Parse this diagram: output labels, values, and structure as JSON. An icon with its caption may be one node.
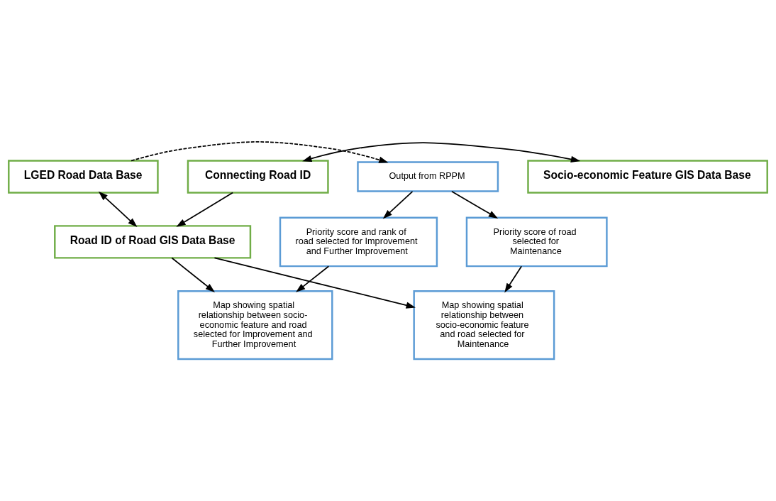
{
  "diagram": {
    "nodes": [
      {
        "text": [
          "LGED Road Data Base"
        ]
      },
      {
        "text": [
          "Output from RPPM"
        ]
      },
      {
        "text": [
          "Priority score and rank of road selected for Improvement and Further Improvement"
        ]
      },
      {
        "text": [
          "Priority score of road selected for Maintenance"
        ]
      },
      {
        "text": [
          "Road ID of Road GIS Data Base"
        ]
      },
      {
        "text": [
          "Map showing spatial relationship between socio-economic feature and road selected for Improvement and Further Improvement"
        ]
      },
      {
        "text": [
          "Map showing spatial relationship between socio-economic feature and road selected for Maintenance"
        ]
      },
      {
        "text": [
          "Connecting Road ID"
        ]
      },
      {
        "text": [
          "Socio-economic Feature GIS Data Base"
        ]
      }
    ],
    "edges": [
      {
        "from": 0,
        "to": 1,
        "arrow": "to",
        "style": "dashed"
      },
      {
        "from": 0,
        "to": 4,
        "arrow": "both"
      },
      {
        "from": 1,
        "to": 2,
        "arrow": "to"
      },
      {
        "from": 1,
        "to": 3,
        "arrow": "to"
      },
      {
        "from": 2,
        "to": 5,
        "arrow": "to"
      },
      {
        "from": 3,
        "to": 6,
        "arrow": "to"
      },
      {
        "from": 4,
        "to": 5,
        "arrow": "to"
      },
      {
        "from": 4,
        "to": 6,
        "arrow": "to"
      },
      {
        "from": 7,
        "to": 4,
        "arrow": "to"
      },
      {
        "from": 7,
        "to": 8,
        "arrow": "both"
      }
    ]
  }
}
